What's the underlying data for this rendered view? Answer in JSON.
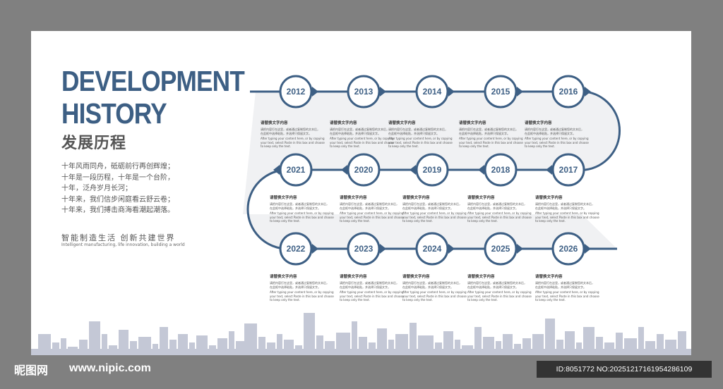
{
  "title": {
    "line1": "DEVELOPMENT",
    "line2": "HISTORY",
    "cn": "发展历程"
  },
  "intro": [
    "十年风雨同舟，砥砺前行再创辉煌；",
    "十年是一段历程，十年是一个台阶，",
    "十年，泛舟岁月长河；",
    "十年来，我们信步闲庭看云舒云卷；",
    "十年来，我们搏击商海看潮起潮落。"
  ],
  "slogan": {
    "cn": "智能制造生活    创新共建世界",
    "en": "Intelligent manufacturing, life innovation, building a world"
  },
  "colors": {
    "accent": "#3d5f84",
    "ribbon": "#f0f1f3",
    "skyline": "#c4c8d6",
    "frame": "#808080"
  },
  "block": {
    "heading": "请替换文字内容",
    "cn": [
      "请把内容打在这里，或者通过复制您的文本后，",
      "在此框中选择粘贴，并选择只保留文字。"
    ],
    "en": "After typing your content here, or by copying your text, select Paste in this box and choose to keep only the text."
  },
  "years": {
    "row1": [
      "2012",
      "2013",
      "2014",
      "2015",
      "2016"
    ],
    "row2": [
      "2021",
      "2020",
      "2019",
      "2018",
      "2017"
    ],
    "row3": [
      "2022",
      "2023",
      "2024",
      "2025",
      "2026"
    ]
  },
  "watermark": {
    "logo": "昵图网",
    "site": "www.nipic.com",
    "id": "ID:8051772 NO:20251217161954286109"
  }
}
